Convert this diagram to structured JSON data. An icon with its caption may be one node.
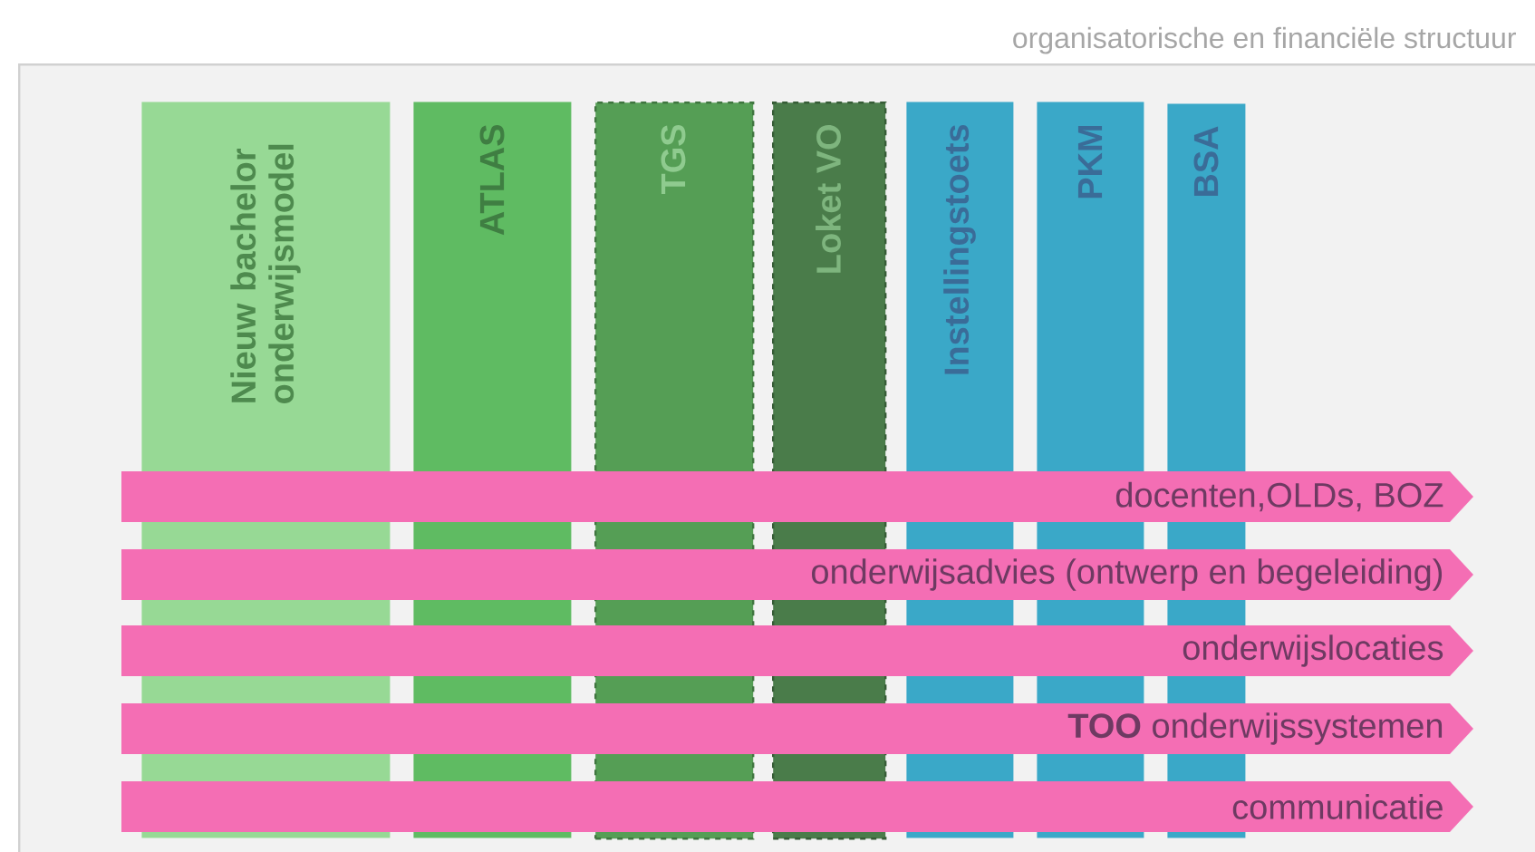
{
  "diagram": {
    "nodes": [
      {
        "text": [
          "organisatorische en financiële structuur"
        ]
      },
      {
        "text": [
          "Nieuw bachelor onderwijsmodel"
        ],
        "in": 0
      },
      {
        "text": [
          "ATLAS"
        ],
        "in": 0
      },
      {
        "text": [
          "TGS"
        ],
        "in": 0
      },
      {
        "text": [
          "Loket VO"
        ],
        "in": 0
      },
      {
        "text": [
          "Instellingstoets"
        ],
        "in": 0
      },
      {
        "text": [
          "PKM"
        ],
        "in": 0
      },
      {
        "text": [
          "BSA"
        ],
        "in": 0
      },
      {
        "text": [
          "docenten,OLDs, BOZ"
        ],
        "in": 0
      },
      {
        "text": [
          "onderwijsadvies (ontwerp en begeleiding)"
        ],
        "in": 0
      },
      {
        "text": [
          "onderwijslocaties"
        ],
        "in": 0
      },
      {
        "text": [
          "**TOO** onderwijssystemen"
        ],
        "in": 0
      },
      {
        "text": [
          "communicatie"
        ],
        "in": 0
      }
    ]
  }
}
